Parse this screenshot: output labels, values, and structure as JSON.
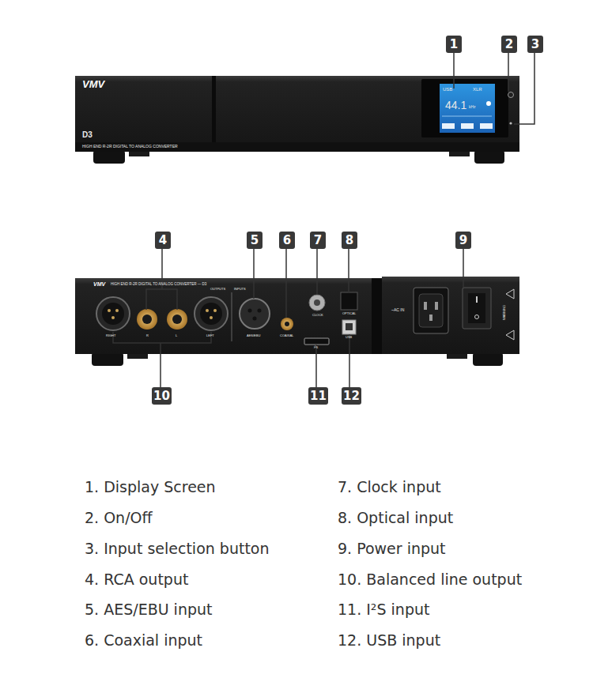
{
  "diagram": {
    "labels": [
      "1",
      "2",
      "3",
      "VMV",
      "D3",
      "HIGH END R-2R DIGITAL TO ANALOG CONVERTER",
      "USB",
      "XLR",
      "44.1",
      "kHz",
      "4",
      "5",
      "6",
      "7",
      "8",
      "9",
      "VMV",
      "HIGH END R-2R DIGITAL TO ANALOG CONVERTER — D3",
      "OUTPUTS",
      "INPUTS",
      "RIGHT",
      "R",
      "L",
      "LEFT",
      "AES/EBU",
      "COAXIAL",
      "CLOCK",
      "OPTICAL",
      "I²S",
      "USB",
      "~AC IN",
      "WARNING",
      "10",
      "11",
      "12",
      "1. Display Screen",
      "2. On/Off",
      "3. Input selection button",
      "4. RCA output",
      "5. AES/EBU input",
      "6. Coaxial input",
      "7. Clock input",
      "8. Optical input",
      "9. Power input",
      "10. Balanced line output",
      "11. I²S input",
      "12. USB input"
    ]
  }
}
